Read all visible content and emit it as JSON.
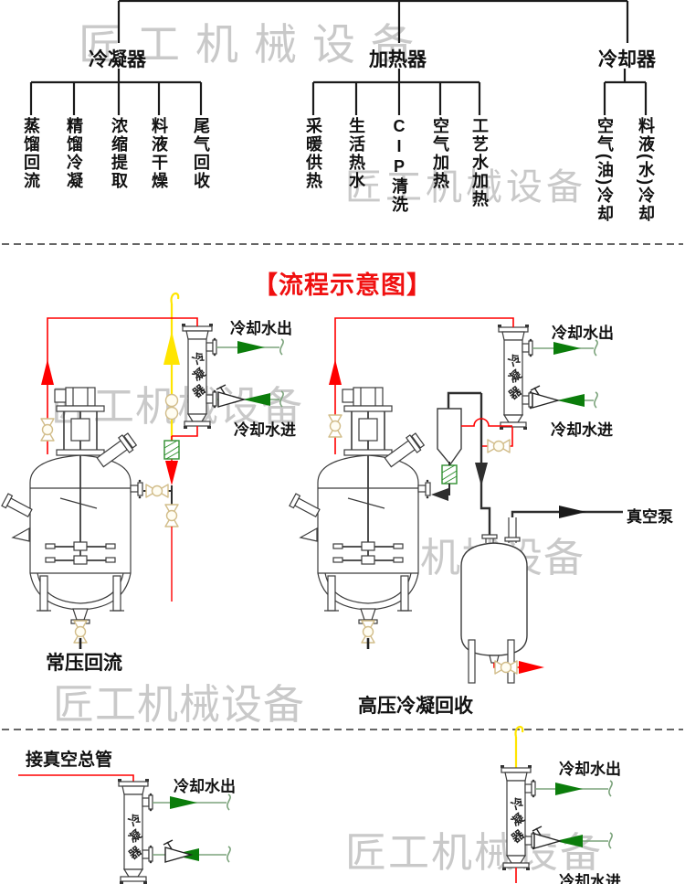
{
  "watermark": "匠工机械设备",
  "classification_tree": {
    "branches": [
      {
        "label": "冷凝器",
        "children": [
          "蒸馏回流",
          "精馏冷凝",
          "浓缩提取",
          "料液干燥",
          "尾气回收"
        ]
      },
      {
        "label": "加热器",
        "children": [
          "采暖供热",
          "生活热水",
          "CIP清洗",
          "空气加热",
          "工艺水加热"
        ]
      },
      {
        "label": "冷却器",
        "children": [
          "空气(油)冷却",
          "料液(水)冷却"
        ]
      }
    ]
  },
  "flow_diagram": {
    "title": "【流程示意图】",
    "condenser_tag": "冷凝器",
    "cooling_water_out": "冷却水出",
    "cooling_water_in": "冷却水进",
    "left_caption": "常压回流",
    "right_caption": "高压冷凝回收",
    "vacuum_pump": "真空泵",
    "vacuum_header": "接真空总管"
  },
  "colors": {
    "pipe_red": "#ff0000",
    "pipe_yellow": "#ffe500",
    "arrow_green": "#0b7d0b",
    "line_green": "#7ba37b",
    "valve_tan": "#d2bd8a",
    "hatch_green": "#2f8f2f",
    "title_red": "#f01010",
    "watermark_grey": "#c9c9c9"
  }
}
